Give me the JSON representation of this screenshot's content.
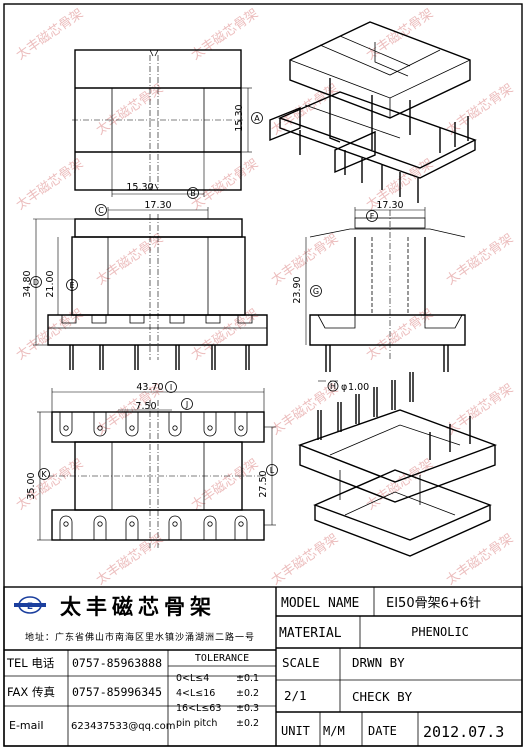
{
  "watermark": "太丰磁芯骨架",
  "dims": {
    "a": "15.30",
    "b": "15.30",
    "c": "17.30",
    "d": "34.80",
    "e": "21.00",
    "f": "17.30",
    "g": "23.90",
    "h": "1.00",
    "i": "43.70",
    "j": "7.50",
    "k": "35.00",
    "l": "27.50"
  },
  "markers": {
    "a": "A",
    "b": "B",
    "c": "C",
    "d": "D",
    "e": "E",
    "f": "F",
    "g": "G",
    "h": "H",
    "i": "I",
    "j": "J",
    "k": "K",
    "l": "L"
  },
  "company": {
    "name": "太丰磁芯骨架",
    "address": "地址：广东省佛山市南海区里水镇沙涌湖洲二路一号"
  },
  "contact": {
    "tel_label": "TEL 电话",
    "tel": "0757-85963888",
    "fax_label": "FAX 传真",
    "fax": "0757-85996345",
    "email_label": "E-maiI",
    "email": "623437533@qq.com"
  },
  "tolerance": {
    "title": "TOLERANCE",
    "rows": [
      {
        "range": "0<L≤4",
        "value": "±0.1"
      },
      {
        "range": "4<L≤16",
        "value": "±0.2"
      },
      {
        "range": "16<L≤63",
        "value": "±0.3"
      },
      {
        "range": "pin pitch",
        "value": "±0.2"
      }
    ]
  },
  "info": {
    "model_label": "MODEL NAME",
    "model_value": "EI50骨架6+6针",
    "material_label": "MATERIAL",
    "material_value": "PHENOLIC",
    "scale_label": "SCALE",
    "scale_value": "2/1",
    "drwn_label": "DRWN BY",
    "check_label": "CHECK BY",
    "unit_label": "UNIT",
    "unit_value": "M/M",
    "date_label": "DATE",
    "date_value": "2012.07.3"
  }
}
